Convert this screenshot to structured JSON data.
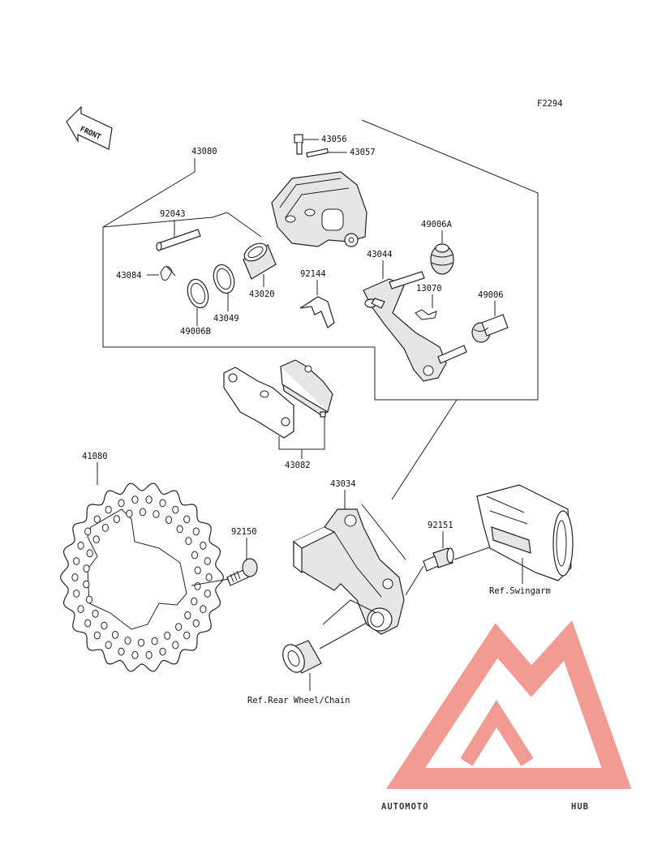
{
  "diagram_code": "F2294",
  "front_label": "FRONT",
  "parts": {
    "p43056": "43056",
    "p43057": "43057",
    "p43080": "43080",
    "p92043": "92043",
    "p49006A": "49006A",
    "p43044": "43044",
    "p43084": "43084",
    "p92144": "92144",
    "p13070": "13070",
    "p49006": "49006",
    "p43020": "43020",
    "p43049": "43049",
    "p49006B": "49006B",
    "p43082": "43082",
    "p41080": "41080",
    "p43034": "43034",
    "p92150": "92150",
    "p92151": "92151"
  },
  "refs": {
    "swingarm": "Ref.Swingarm",
    "rear_wheel": "Ref.Rear Wheel/Chain"
  },
  "watermark": {
    "part1": "AUTOMOTO",
    "part2": "HUB",
    "color_primary": "#f08a80",
    "color_accent": "#f7b56b",
    "color_dark": "#8c8c8c"
  }
}
